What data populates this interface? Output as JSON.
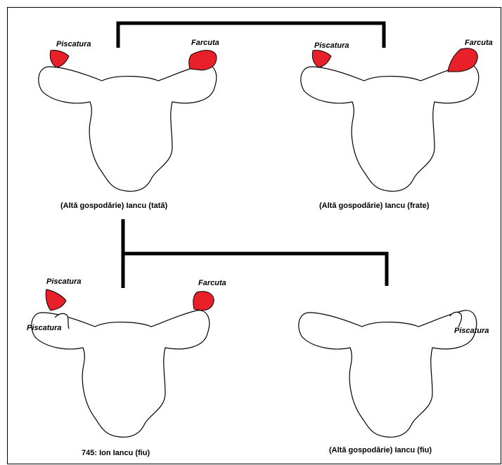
{
  "colors": {
    "mark": "#e8202a",
    "line": "#000000"
  },
  "labels": {
    "piscatura": "Piscatura",
    "farcuta": "Farcuta"
  },
  "animals": [
    {
      "caption": "(Altă gospodărie)   Iancu  (tată)"
    },
    {
      "caption": "(Altă gospodărie)  Iancu  (frate)"
    },
    {
      "caption": "745: Ion Iancu    (fiu)"
    },
    {
      "caption": "(Altă gospodărie)  Iancu   (fiu)"
    }
  ]
}
